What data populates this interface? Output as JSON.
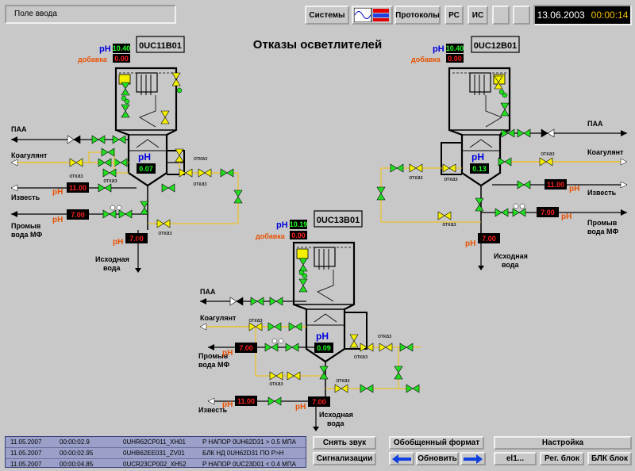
{
  "topbar": {
    "input_field_label": "Поле ввода",
    "systems_label": "Системы",
    "protocols_label": "Протоколы",
    "pc_label": "РС",
    "is_label": "ИС",
    "date": "13.06.2003",
    "time": "00:00:14"
  },
  "screen": {
    "title": "Отказы осветлителей"
  },
  "units": {
    "u1": {
      "name": "0UC11B01",
      "ph_top": "10.40",
      "dobavka": "0.00",
      "ph_mid": "0.07",
      "ph_lime": "11.00",
      "ph_wash": "7.00",
      "ph_source": "7.00"
    },
    "u2": {
      "name": "0UC12B01",
      "ph_top": "10.40",
      "dobavka": "0.00",
      "ph_mid": "0.13",
      "ph_lime": "11.00",
      "ph_wash": "7.00",
      "ph_source": "7.00"
    },
    "u3": {
      "name": "0UC13B01",
      "ph_top": "10.19",
      "dobavka": "0.00",
      "ph_mid": "0.09",
      "ph_lime": "11.00",
      "ph_wash": "7.00",
      "ph_source": "7.00"
    }
  },
  "labels": {
    "ph": "pH",
    "dobavka": "добавка",
    "paa": "ПАА",
    "coagulant": "Коагулянт",
    "lime": "Известь",
    "wash_line1": "Промыв",
    "wash_line2": "вода МФ",
    "source_line1": "Исходная",
    "source_line2": "вода",
    "fault": "отказ"
  },
  "log": [
    {
      "date": "11.05.2007",
      "time": "00:00:02.9",
      "tag": "0UHR62CP011_XH01",
      "msg": "Р НАПОР 0UH62D31 > 0.5 МПА"
    },
    {
      "date": "11.05.2007",
      "time": "00:00:02.95",
      "tag": "0UHB62EE031_ZV01",
      "msg": "БЛК НД 0UH62D31 ПО Р>Н"
    },
    {
      "date": "11.05.2007",
      "time": "00:00:04.85",
      "tag": "0UCR23CP002_XH52",
      "msg": "Р НАПОР 0UC23D01 < 0.4 МПА"
    }
  ],
  "bottom": {
    "mute_label": "Снять звук",
    "signals_label": "Сигнализации",
    "format_label": "Обобщенный формат",
    "refresh_label": "Обновить",
    "settings_label": "Настройка",
    "el_label": "el1...",
    "reg_label": "Рег. блок",
    "blk_label": "БЛК блок"
  },
  "colors": {
    "background": "#c8c8c8",
    "valve_green": "#22dd22",
    "valve_yellow": "#f5f000",
    "ph_blue": "#0000dd",
    "dobavka_red": "#e85000",
    "accent_blue": "#1040e0"
  }
}
